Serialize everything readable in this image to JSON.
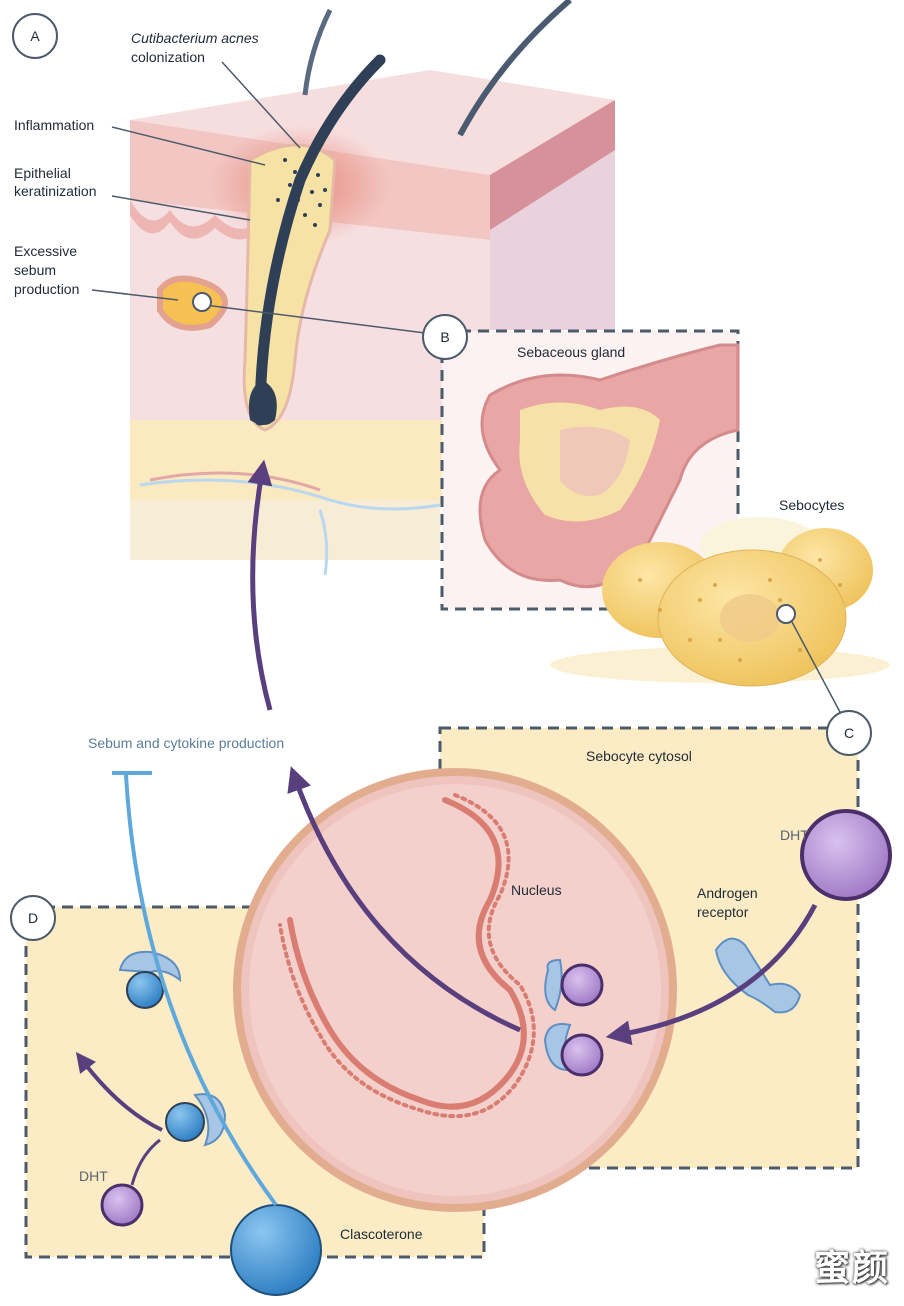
{
  "panels": {
    "a": {
      "badge": "A"
    },
    "b": {
      "badge": "B",
      "title": "Sebaceous gland"
    },
    "c": {
      "badge": "C",
      "title": "Sebocyte cytosol"
    },
    "d": {
      "badge": "D"
    }
  },
  "labels": {
    "cutibacterium": "Cutibacterium acnes",
    "colonization": "colonization",
    "inflammation": "Inflammation",
    "epithelial": "Epithelial",
    "keratinization": "keratinization",
    "excessive": "Excessive",
    "sebum": "sebum",
    "production": "production",
    "sebocytes": "Sebocytes",
    "sebum_cytokine": "Sebum and cytokine production",
    "nucleus": "Nucleus",
    "androgen": "Androgen",
    "receptor": "receptor",
    "dht_c": "DHT",
    "dht_d": "DHT",
    "clascoterone": "Clascoterone"
  },
  "watermark": "蜜颜",
  "colors": {
    "purple_arrow": "#5a3f7e",
    "blue_line": "#5fa8dc",
    "dashed_border": "#4c5a6a",
    "cytosol": "#fbecc6",
    "nucleus": "#f1c9c4",
    "dht": "#b58fd3",
    "receptor": "#a7c6e6",
    "clascoterone": "#3c8fd0"
  }
}
